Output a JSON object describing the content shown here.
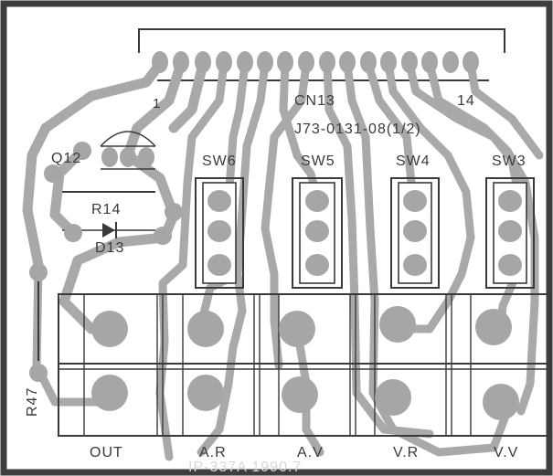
{
  "connector": {
    "ref": "CN13",
    "part": "J73-0131-08(1/2)",
    "pin_first": "1",
    "pin_last": "14"
  },
  "components": {
    "transistor": "Q12",
    "resistor_r14": "R14",
    "diode": "D13",
    "resistor_r47": "R47"
  },
  "switches": [
    "SW6",
    "SW5",
    "SW4",
    "SW3"
  ],
  "jacks": [
    "OUT",
    "A.R",
    "A.V",
    "V.R",
    "V.V"
  ],
  "board_marking": "IP-337A 1990.7",
  "colors": {
    "copper": "#a6a6a6",
    "silkscreen": "#3a3a3a",
    "background": "#ffffff"
  }
}
